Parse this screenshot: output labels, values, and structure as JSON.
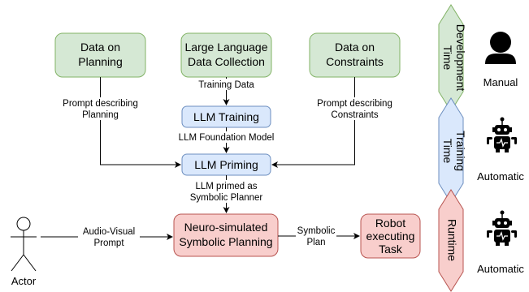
{
  "nodes": {
    "data_planning": {
      "line1": "Data on",
      "line2": "Planning",
      "fill": "#d5e8d4",
      "stroke": "#82b366"
    },
    "llm_collection": {
      "line1": "Large Language",
      "line2": "Data Collection",
      "fill": "#d5e8d4",
      "stroke": "#82b366"
    },
    "data_constraints": {
      "line1": "Data on",
      "line2": "Constraints",
      "fill": "#d5e8d4",
      "stroke": "#82b366"
    },
    "llm_training": {
      "label": "LLM Training",
      "fill": "#dae8fc",
      "stroke": "#6c8ebf"
    },
    "llm_priming": {
      "label": "LLM Priming",
      "fill": "#dae8fc",
      "stroke": "#6c8ebf"
    },
    "neuro_planning": {
      "line1": "Neuro-simulated",
      "line2": "Symbolic Planning",
      "fill": "#f8cecc",
      "stroke": "#b85450"
    },
    "robot_task": {
      "line1": "Robot",
      "line2": "executing",
      "line3": "Task",
      "fill": "#f8cecc",
      "stroke": "#b85450"
    }
  },
  "edges": {
    "prompt_planning": {
      "line1": "Prompt describing",
      "line2": "Planning"
    },
    "training_data": {
      "label": "Training Data"
    },
    "prompt_constraints": {
      "line1": "Prompt describing",
      "line2": "Constraints"
    },
    "foundation_model": {
      "label": "LLM Foundation Model"
    },
    "primed": {
      "line1": "LLM primed as",
      "line2": "Symbolic Planner"
    },
    "audio_visual": {
      "line1": "Audio-Visual",
      "line2": "Prompt"
    },
    "symbolic_plan": {
      "line1": "Symbolic",
      "line2": "Plan"
    }
  },
  "actor": {
    "label": "Actor"
  },
  "timeline": {
    "development": {
      "line1": "Development",
      "line2": "Time",
      "fill": "#d5e8d4",
      "stroke": "#82b366",
      "mode": "Manual",
      "icon": "person-icon"
    },
    "training": {
      "line1": "Training",
      "line2": "Time",
      "fill": "#dae8fc",
      "stroke": "#6c8ebf",
      "mode": "Automatic",
      "icon": "robot-icon"
    },
    "runtime": {
      "label": "Runtime",
      "fill": "#f8cecc",
      "stroke": "#b85450",
      "mode": "Automatic",
      "icon": "robot-icon"
    }
  }
}
